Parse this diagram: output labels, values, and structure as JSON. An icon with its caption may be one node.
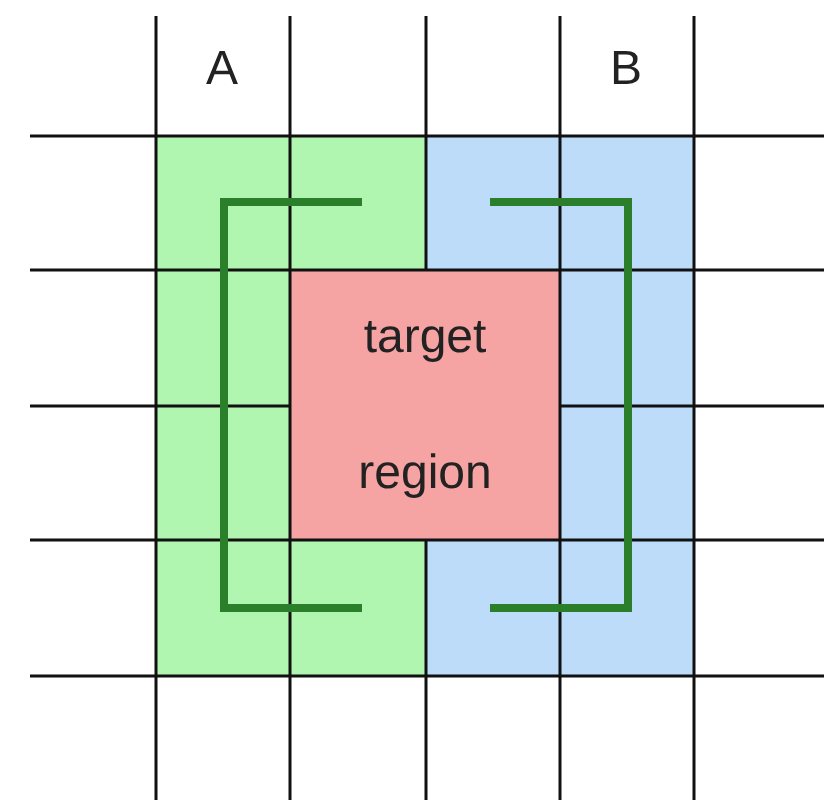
{
  "diagram": {
    "nodes": [
      {
        "text": [],
        "shape": "box"
      },
      {
        "text": [],
        "shape": "box"
      },
      {
        "text": [
          "target region"
        ]
      }
    ],
    "labels": [
      "A",
      "B"
    ]
  }
}
